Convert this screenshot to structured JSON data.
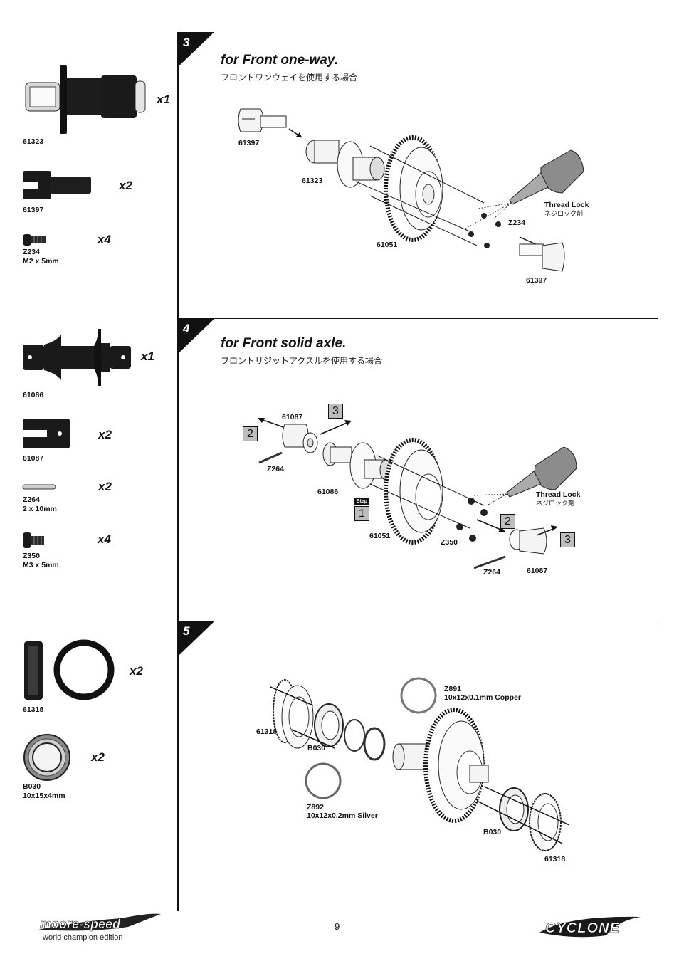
{
  "page_number": "9",
  "brand_left": {
    "logo_text": "moore-speed",
    "tagline": "world champion edition"
  },
  "brand_right": {
    "logo_text": "CYCLONE"
  },
  "parts": [
    {
      "code": "61323",
      "size": "",
      "qty": "x1"
    },
    {
      "code": "61397",
      "size": "",
      "qty": "x2"
    },
    {
      "code": "Z234",
      "size": "M2 x 5mm",
      "qty": "x4"
    },
    {
      "code": "61086",
      "size": "",
      "qty": "x1"
    },
    {
      "code": "61087",
      "size": "",
      "qty": "x2"
    },
    {
      "code": "Z264",
      "size": "2 x 10mm",
      "qty": "x2"
    },
    {
      "code": "Z350",
      "size": "M3 x 5mm",
      "qty": "x4"
    },
    {
      "code": "61318",
      "size": "",
      "qty": "x2"
    },
    {
      "code": "B030",
      "size": "10x15x4mm",
      "qty": "x2"
    }
  ],
  "steps": [
    {
      "number": "3",
      "title": "for Front one-way.",
      "subtitle": "フロントワンウェイを使用する場合",
      "thread_lock": "Thread Lock",
      "thread_lock_jp": "ネジロック剤",
      "labels": [
        "61397",
        "61323",
        "61051",
        "Z234",
        "61397"
      ]
    },
    {
      "number": "4",
      "title": "for Front solid axle.",
      "subtitle": "フロントリジットアクスルを使用する場合",
      "thread_lock": "Thread Lock",
      "thread_lock_jp": "ネジロック剤",
      "labels": [
        "61087",
        "Z264",
        "61086",
        "61051",
        "Z350",
        "Z264",
        "61087"
      ],
      "step_badge": "Step",
      "order_marks": [
        "1",
        "2",
        "3",
        "2",
        "3"
      ]
    },
    {
      "number": "5",
      "labels": [
        "61318",
        "B030",
        "B030",
        "61318"
      ],
      "shims": [
        {
          "code": "Z891",
          "desc": "10x12x0.1mm Copper"
        },
        {
          "code": "Z892",
          "desc": "10x12x0.2mm Silver"
        }
      ]
    }
  ]
}
